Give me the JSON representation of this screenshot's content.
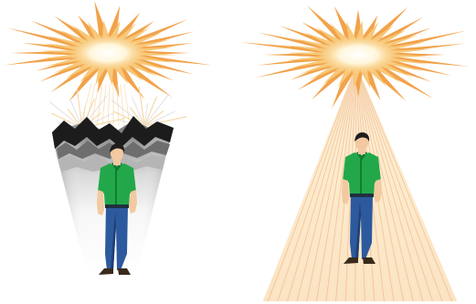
{
  "illustration": {
    "panels": [
      {
        "id": "left",
        "description_name": "obstructed-light"
      },
      {
        "id": "right",
        "description_name": "unobstructed-light"
      }
    ]
  },
  "colors": {
    "burst_outer": "#f2a24a",
    "burst_mid": "#f7c878",
    "burst_core": "#fffbe8",
    "shirt": "#22a84a",
    "shirt_shadow": "#157a33",
    "jeans": "#2d5a9e",
    "jeans_shadow": "#1d3f73",
    "skin": "#f2c9a0",
    "hair": "#1e1e1e",
    "shoes": "#3a2a1a",
    "rock_dark": "#1c1c1c",
    "rock_mid": "#7a7a7a",
    "column_light": "#f4f4f4",
    "column_dark": "#8a8a8a",
    "cone_warm": "#f7dcae",
    "cone_edge": "#f0b890"
  }
}
